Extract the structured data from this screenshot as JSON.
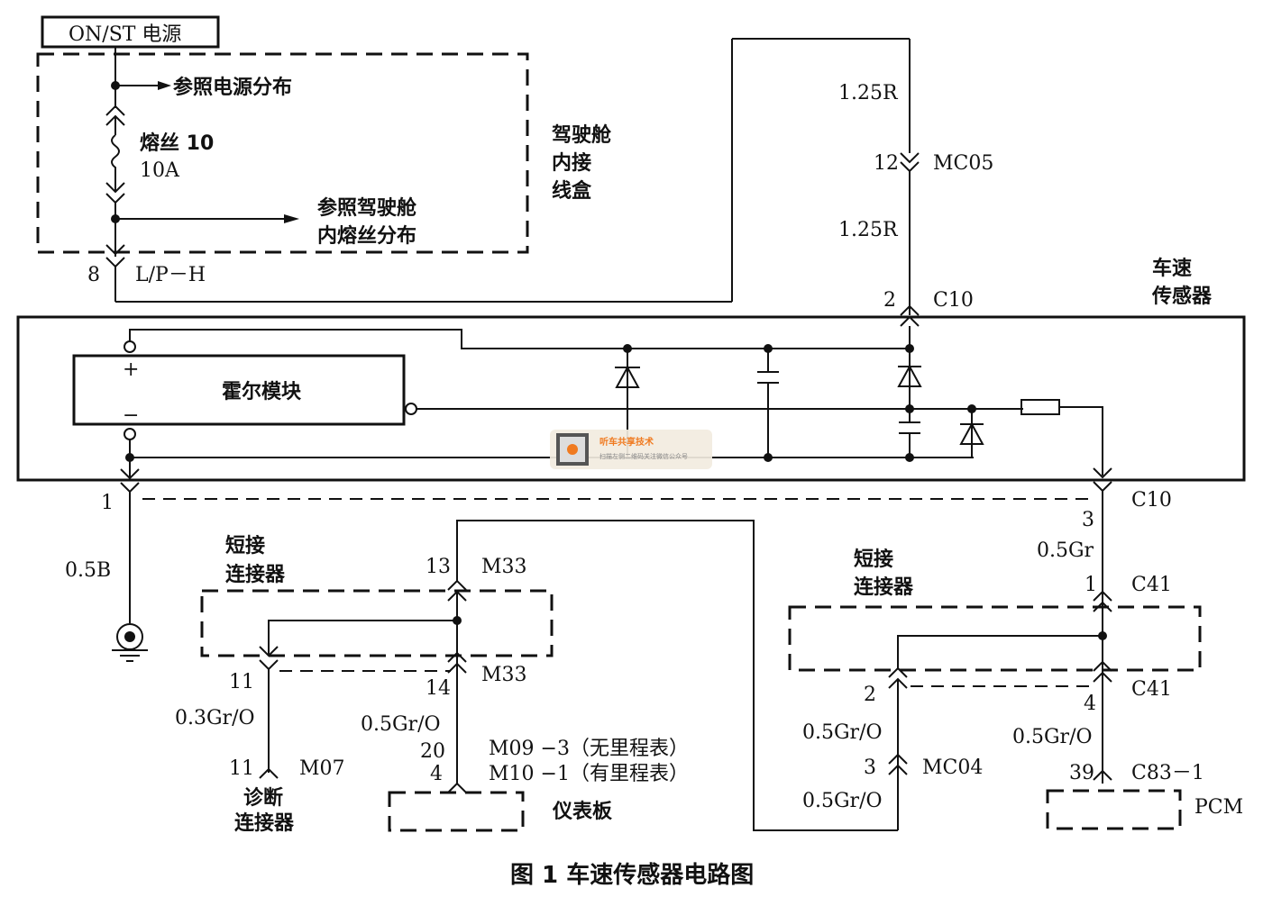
{
  "diagram": {
    "caption": "图 1  车速传感器电路图",
    "power": {
      "label": "ON/ST 电源",
      "ref_power_distribution": "参照电源分布",
      "fuse_name": "熔丝 10",
      "fuse_rating": "10A",
      "ref_cabin_fuse_line1": "参照驾驶舱",
      "ref_cabin_fuse_line2": "内熔丝分布",
      "junction_box_line1": "驾驶舱",
      "junction_box_line2": "内接",
      "junction_box_line3": "线盒",
      "pin": "8",
      "connector": "L/P－H"
    },
    "supply_wire": {
      "wire_upper": "1.25R",
      "mc05_pin": "12",
      "mc05": "MC05",
      "wire_lower": "1.25R",
      "c10_pin": "2",
      "c10": "C10"
    },
    "sensor": {
      "label_line1": "车速",
      "label_line2": "传感器",
      "hall_module": "霍尔模块",
      "plus": "+",
      "minus": "−"
    },
    "ground": {
      "pin": "1",
      "wire": "0.5B"
    },
    "signal": {
      "c10": "C10",
      "c10_pin": "3",
      "wire": "0.5Gr",
      "c41_top_pin": "1",
      "c41_top": "C41",
      "c41_bottom_pin": "4",
      "c41_bottom": "C41",
      "c41_branch_pin": "2",
      "short_conn_line1": "短接",
      "short_conn_line2": "连接器",
      "branch_wire": "0.5Gr/O",
      "mc04_pin": "3",
      "mc04": "MC04",
      "mc04_wire": "0.5Gr/O",
      "pcm_wire": "0.5Gr/O",
      "pcm_pin": "39",
      "pcm_connector": "C83－1",
      "pcm": "PCM"
    },
    "left_branch": {
      "m33_top_pin": "13",
      "m33_top": "M33",
      "m33_bottom_pin": "14",
      "m33_bottom": "M33",
      "short_conn_line1": "短接",
      "short_conn_line2": "连接器",
      "diag_pin_top": "11",
      "diag_wire": "0.3Gr/O",
      "diag_pin": "11",
      "diag_connector": "M07",
      "diag_label_line1": "诊断",
      "diag_label_line2": "连接器",
      "cluster_wire": "0.5Gr/O",
      "cluster_pin_a": "20",
      "cluster_pin_b": "4",
      "cluster_conn_a": "M09 −3（无里程表）",
      "cluster_conn_b": "M10 −1（有里程表）",
      "cluster": "仪表板"
    },
    "watermark": {
      "title": "听车共享技术",
      "subtitle": "扫描左侧二维码关注微信公众号"
    }
  }
}
